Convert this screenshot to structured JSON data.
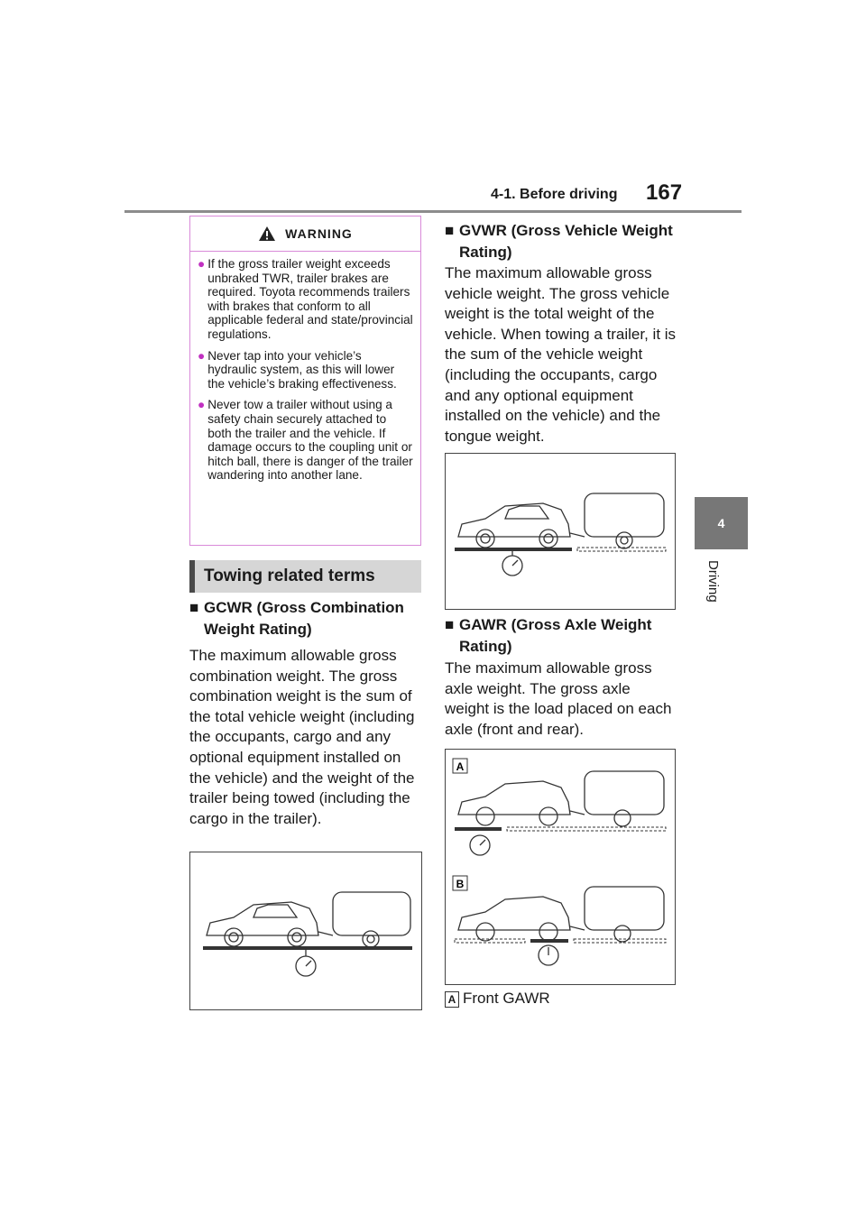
{
  "header": {
    "section": "4-1. Before driving",
    "page_number": "167"
  },
  "side_tab": {
    "number": "4",
    "label": "Driving"
  },
  "warning": {
    "title": "WARNING",
    "items": [
      "If the gross trailer weight exceeds unbraked TWR, trailer brakes are required. Toyota recommends trailers with brakes that conform to all applicable federal and state/provincial regulations.",
      "Never tap into your vehicle’s hydraulic system, as this will lower the vehicle’s braking effectiveness.",
      "Never tow a trailer without using a safety chain securely attached to both the trailer and the vehicle. If damage occurs to the coupling unit or hitch ball, there is danger of the trailer wandering into another lane."
    ]
  },
  "section_title": "Towing related terms",
  "gcwr": {
    "heading": "GCWR (Gross Combination Weight Rating)",
    "body": "The maximum allowable gross combination weight. The gross combination weight is the sum of the total vehicle weight (including the occupants, cargo and any optional equipment installed on the vehicle) and the weight of the trailer being towed (including the cargo in the trailer)."
  },
  "gvwr": {
    "heading": "GVWR (Gross Vehicle Weight Rating)",
    "body": "The maximum allowable gross vehicle weight. The gross vehicle weight is the total weight of the vehicle. When towing a trailer, it is the sum of the vehicle weight (including the occupants, cargo and any optional equipment installed on the vehicle) and the tongue weight."
  },
  "gawr": {
    "heading": "GAWR (Gross Axle Weight Rating)",
    "body": "The maximum allowable gross axle weight. The gross axle weight is the load placed on each axle (front and rear).",
    "figure_labels": [
      "A",
      "B"
    ],
    "caption_label": "A",
    "caption_text": "Front GAWR"
  },
  "icons": {
    "warning": "warning-triangle-icon",
    "bullet": "circle-bullet-icon",
    "heading_marker": "square-bullet-icon"
  },
  "colors": {
    "warning_border": "#d98ad9",
    "bullet": "#c030c0",
    "tab": "#777777"
  }
}
